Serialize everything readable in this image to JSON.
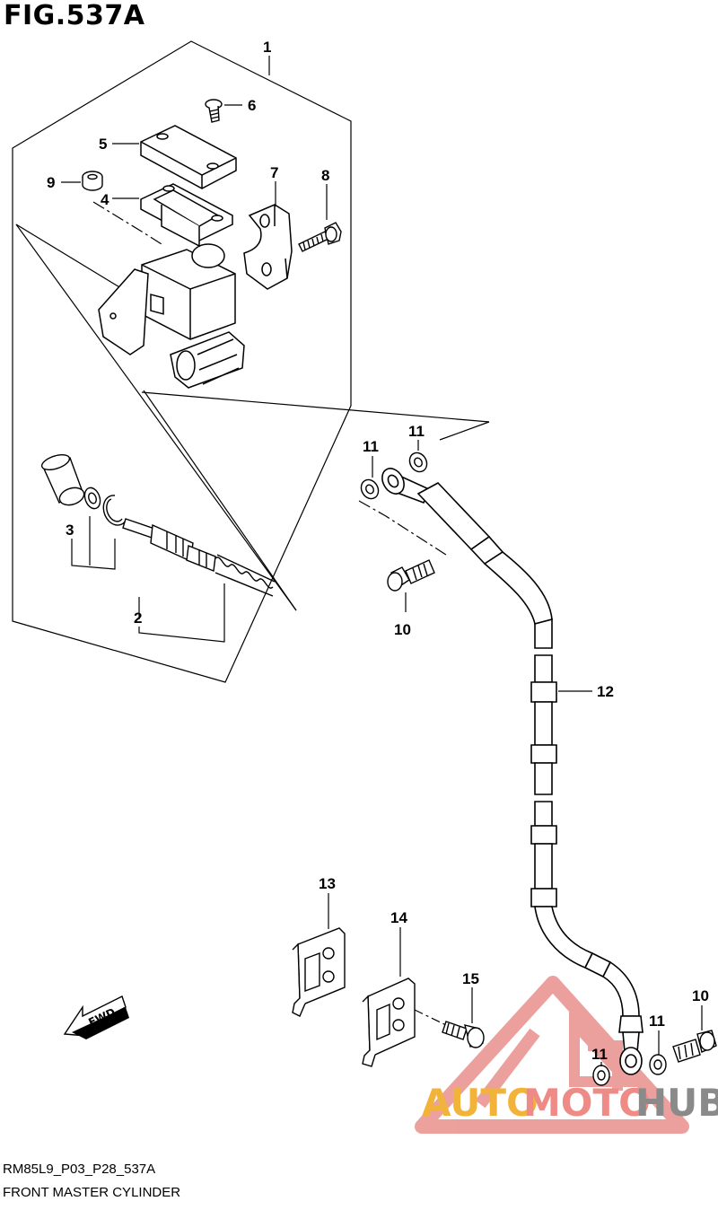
{
  "figure": {
    "title": "FIG.537A",
    "code": "RM85L9_P03_P28_537A",
    "caption": "FRONT MASTER CYLINDER"
  },
  "callouts": [
    {
      "id": "c1",
      "label": "1"
    },
    {
      "id": "c2",
      "label": "2"
    },
    {
      "id": "c3",
      "label": "3"
    },
    {
      "id": "c4",
      "label": "4"
    },
    {
      "id": "c5",
      "label": "5"
    },
    {
      "id": "c6",
      "label": "6"
    },
    {
      "id": "c7",
      "label": "7"
    },
    {
      "id": "c8",
      "label": "8"
    },
    {
      "id": "c9",
      "label": "9"
    },
    {
      "id": "c10a",
      "label": "10"
    },
    {
      "id": "c10b",
      "label": "10"
    },
    {
      "id": "c11a",
      "label": "11"
    },
    {
      "id": "c11b",
      "label": "11"
    },
    {
      "id": "c11c",
      "label": "11"
    },
    {
      "id": "c11d",
      "label": "11"
    },
    {
      "id": "c12",
      "label": "12"
    },
    {
      "id": "c13",
      "label": "13"
    },
    {
      "id": "c14",
      "label": "14"
    },
    {
      "id": "c15",
      "label": "15"
    }
  ],
  "direction_badge": {
    "label": "FWD"
  },
  "watermark": {
    "part1": "AUTO",
    "part2": "MOTO",
    "part3": "HUB",
    "colors": {
      "auto": "#f2b33a",
      "moto": "#ee8b87",
      "hub": "#8a8a8a",
      "logo": "#e9908c"
    }
  }
}
